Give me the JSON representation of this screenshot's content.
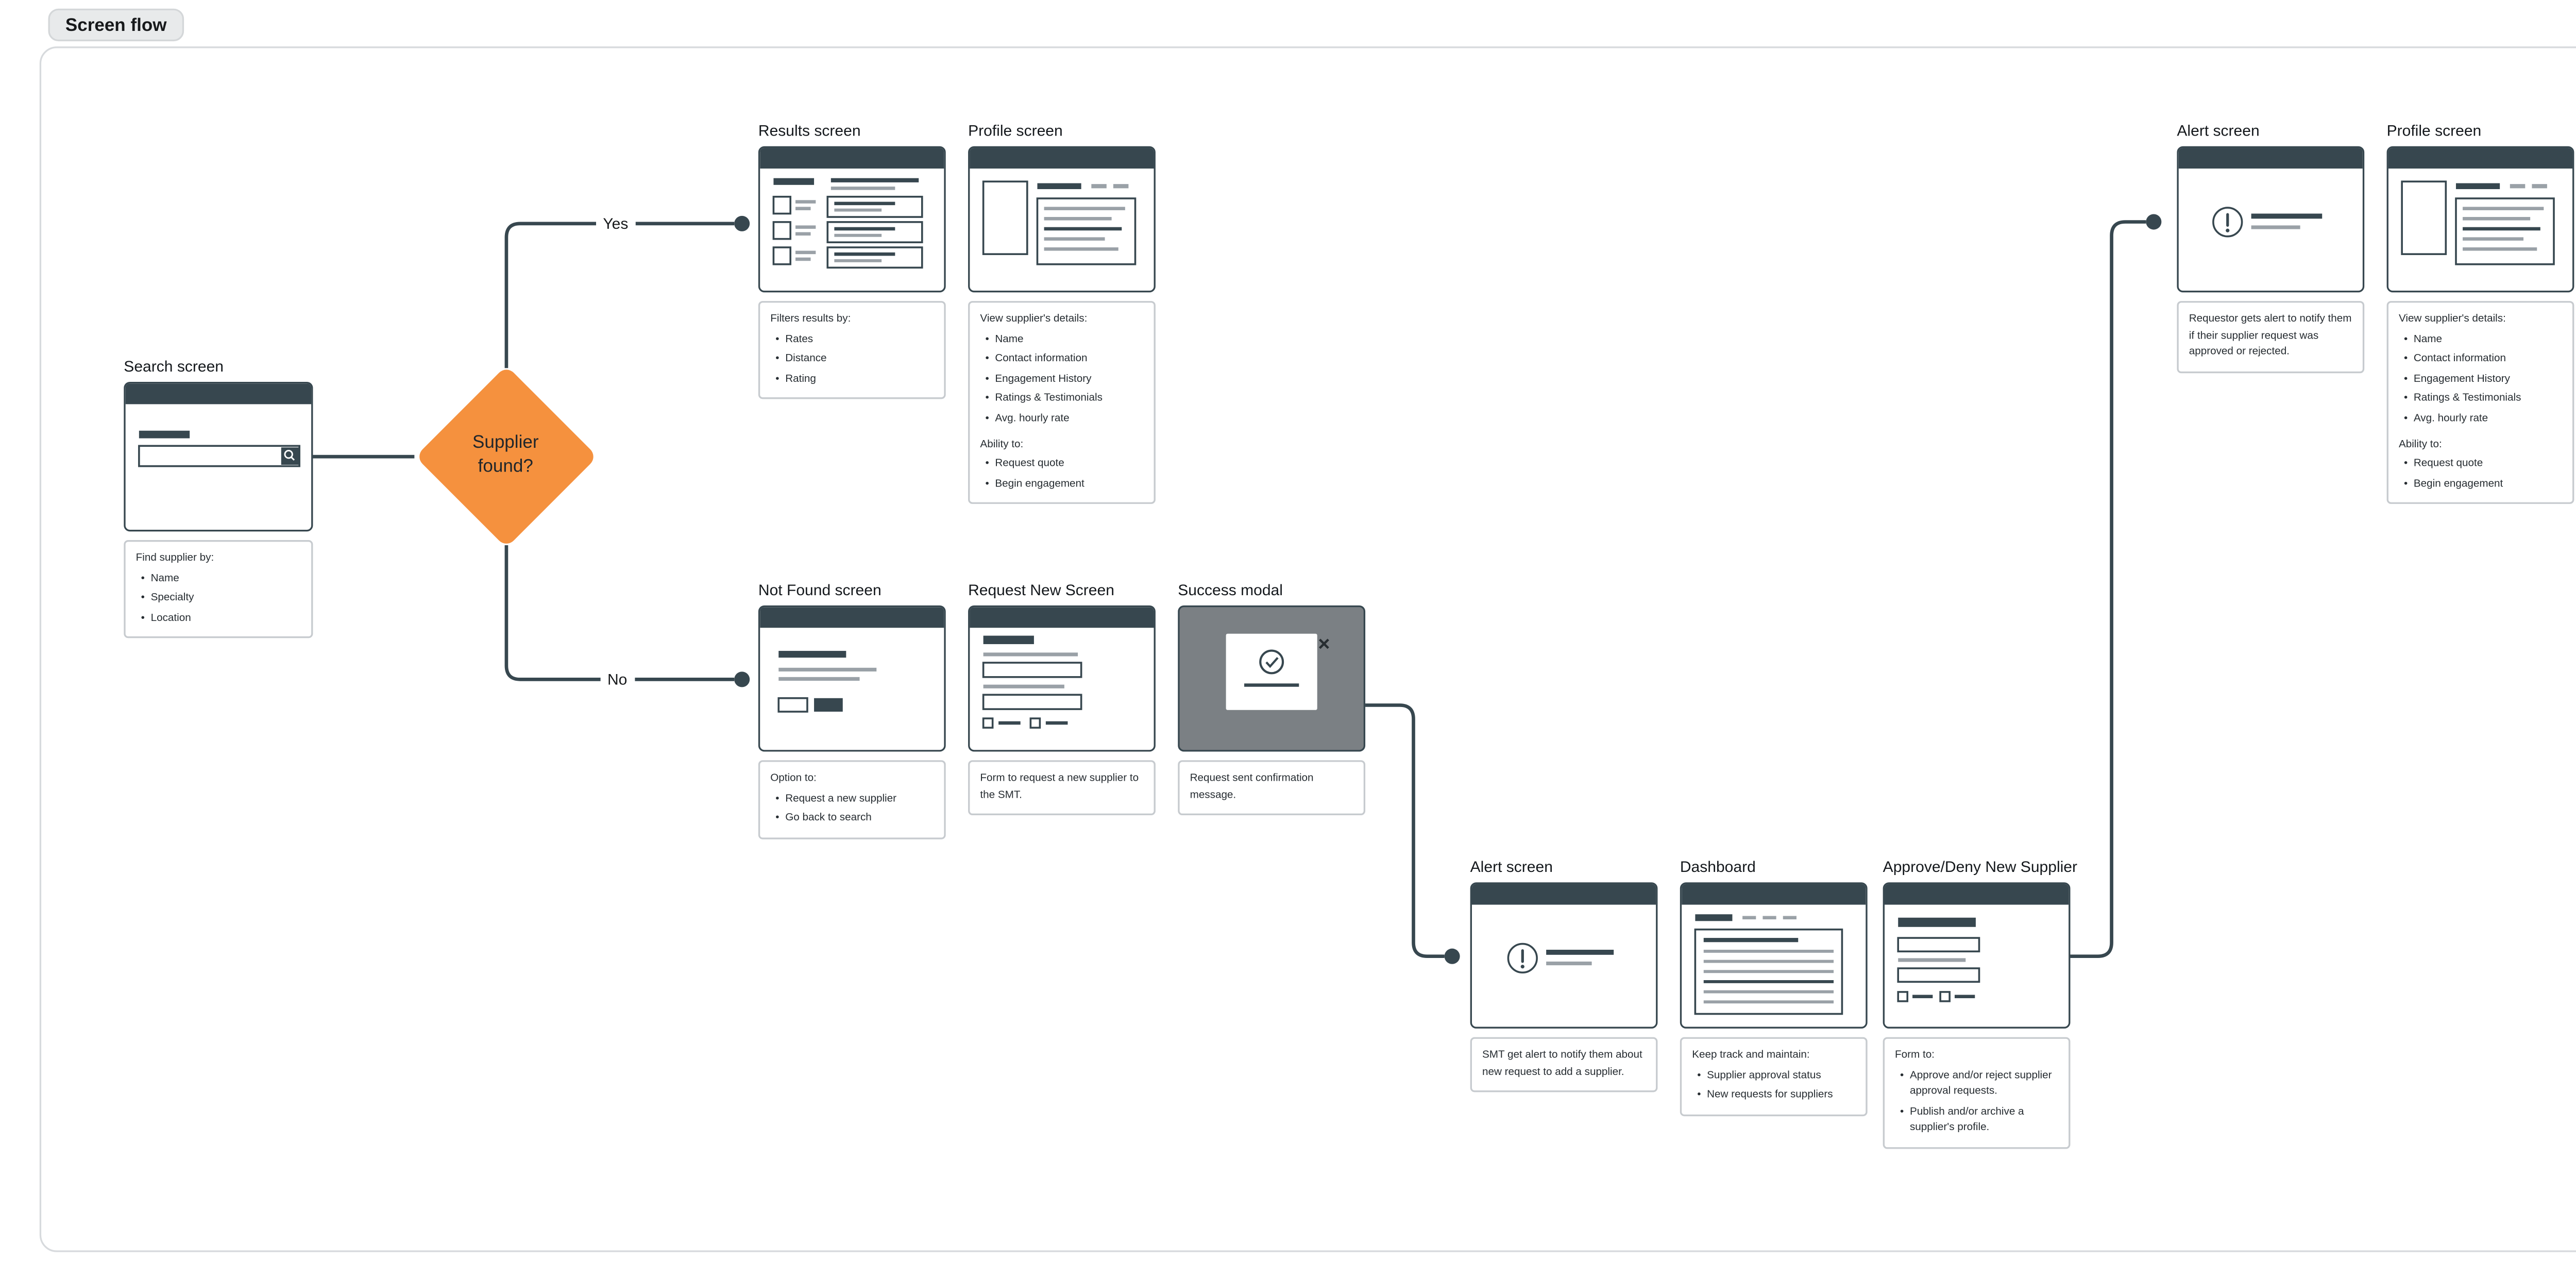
{
  "badge": {
    "label": "Screen flow"
  },
  "decision": {
    "label": "Supplier found?",
    "fill": "#F5913E"
  },
  "edges": {
    "yes": "Yes",
    "no": "No"
  },
  "colors": {
    "ink": "#37474F",
    "accent_orange": "#F5913E",
    "modal_overlay_gray": "#7B8084",
    "note_border": "#C7CBCF",
    "canvas_border": "#D7DADD"
  },
  "screens": {
    "search": {
      "title": "Search screen",
      "note_heading": "Find supplier by:",
      "bullets": [
        "Name",
        "Specialty",
        "Location"
      ]
    },
    "results": {
      "title": "Results screen",
      "note_heading": "Filters results by:",
      "bullets": [
        "Rates",
        "Distance",
        "Rating"
      ]
    },
    "profile_main": {
      "title": "Profile screen",
      "details_heading": "View supplier's details:",
      "details_bullets": [
        "Name",
        "Contact information",
        "Engagement History",
        "Ratings & Testimonials",
        "Avg. hourly rate"
      ],
      "ability_heading": "Ability to:",
      "ability_bullets": [
        "Request quote",
        "Begin engagement"
      ]
    },
    "not_found": {
      "title": "Not Found screen",
      "note_heading": "Option to:",
      "bullets": [
        "Request a new supplier",
        "Go back to search"
      ]
    },
    "request_new": {
      "title": "Request New Screen",
      "note_text": "Form to request a new supplier to the SMT."
    },
    "success_modal": {
      "title": "Success modal",
      "note_text": "Request sent confirmation message."
    },
    "alert_smt": {
      "title": "Alert screen",
      "note_text": "SMT get alert to notify them about new request to add a supplier."
    },
    "dashboard": {
      "title": "Dashboard",
      "note_heading": "Keep track and maintain:",
      "bullets": [
        "Supplier approval status",
        "New requests for suppliers"
      ]
    },
    "approve_deny": {
      "title": "Approve/Deny New Supplier",
      "note_heading": "Form to:",
      "bullets": [
        "Approve and/or reject supplier approval requests.",
        "Publish and/or archive a supplier's profile."
      ]
    },
    "alert_requestor": {
      "title": "Alert screen",
      "note_text": "Requestor gets alert to notify them if their supplier request was approved or rejected."
    },
    "profile_final": {
      "title": "Profile screen",
      "details_heading": "View supplier's details:",
      "details_bullets": [
        "Name",
        "Contact information",
        "Engagement History",
        "Ratings & Testimonials",
        "Avg. hourly rate"
      ],
      "ability_heading": "Ability to:",
      "ability_bullets": [
        "Request quote",
        "Begin engagement"
      ]
    }
  }
}
